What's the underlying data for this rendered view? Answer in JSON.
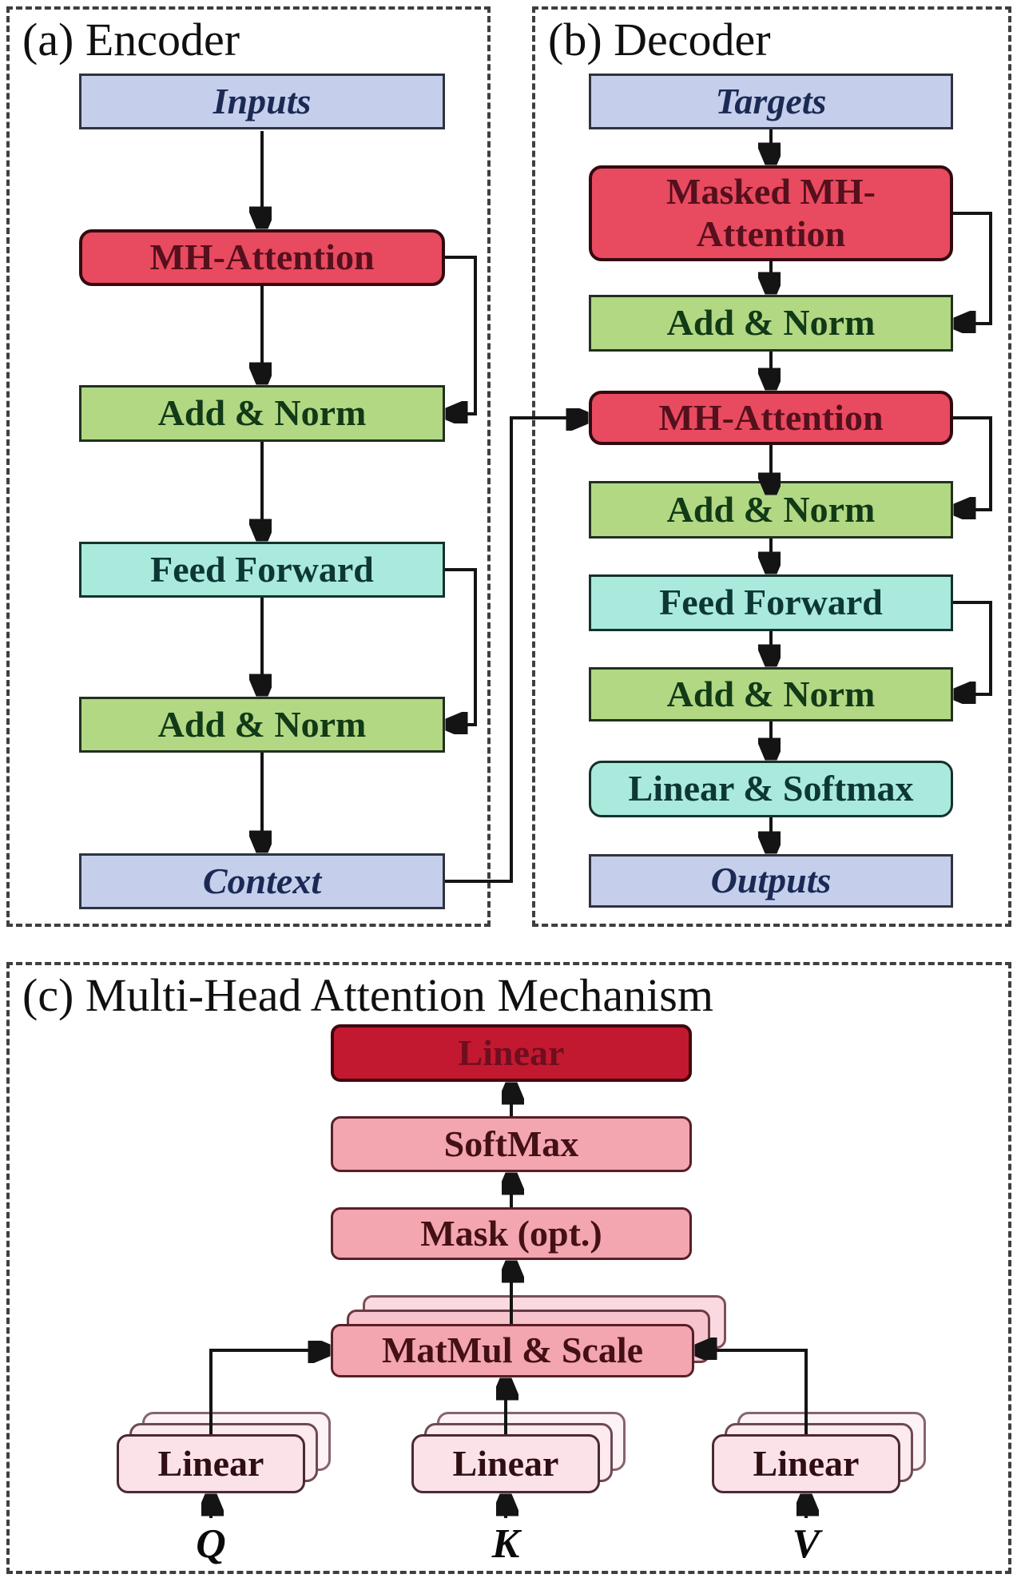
{
  "panel_a": {
    "title": "(a) Encoder",
    "boxes": [
      {
        "label": "Inputs"
      },
      {
        "label": "MH-Attention"
      },
      {
        "label": "Add & Norm"
      },
      {
        "label": "Feed Forward"
      },
      {
        "label": "Add & Norm"
      },
      {
        "label": "Context"
      }
    ]
  },
  "panel_b": {
    "title": "(b) Decoder",
    "boxes": [
      {
        "label": "Targets"
      },
      {
        "label": "Masked MH-Attention"
      },
      {
        "label": "Add & Norm"
      },
      {
        "label": "MH-Attention"
      },
      {
        "label": "Add & Norm"
      },
      {
        "label": "Feed Forward"
      },
      {
        "label": "Add & Norm"
      },
      {
        "label": "Linear & Softmax"
      },
      {
        "label": "Outputs"
      }
    ]
  },
  "panel_c": {
    "title": "(c) Multi-Head Attention Mechanism",
    "stack": [
      {
        "label": "Linear"
      },
      {
        "label": "SoftMax"
      },
      {
        "label": "Mask (opt.)"
      },
      {
        "label": "MatMul & Scale"
      }
    ],
    "heads": [
      {
        "label": "Linear",
        "input": "Q"
      },
      {
        "label": "Linear",
        "input": "K"
      },
      {
        "label": "Linear",
        "input": "V"
      }
    ]
  },
  "colors": {
    "io_fill": "#c5cfec",
    "attention_fill": "#e84a5f",
    "norm_fill": "#b2d884",
    "feedforward_fill": "#a9eadc",
    "mha_linear_dark_fill": "#c21931",
    "mha_pink_fill": "#f3a5b0",
    "mha_light_pink_fill": "#fbe2e8",
    "wire_color": "#141414"
  }
}
